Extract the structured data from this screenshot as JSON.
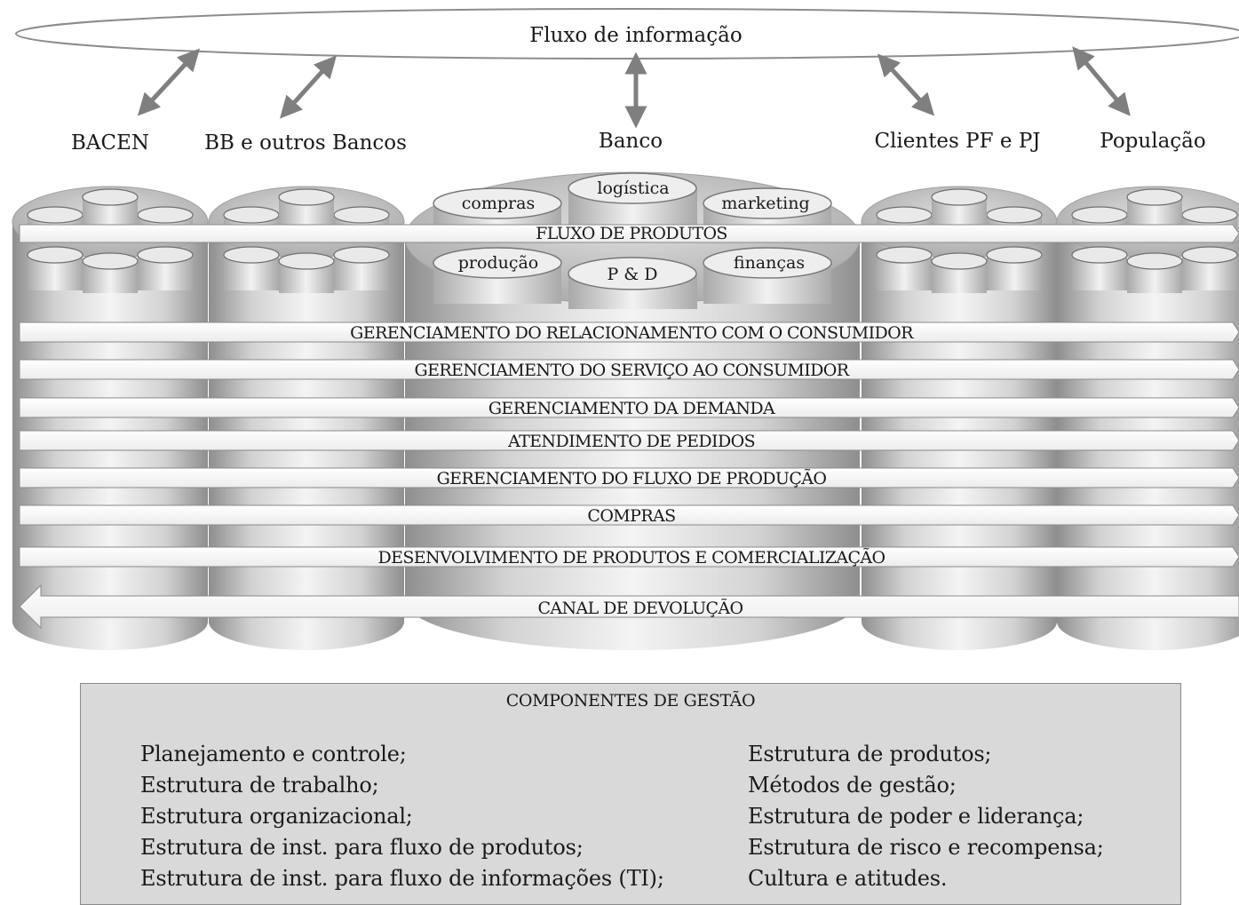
{
  "info_flow": {
    "label": "Fluxo de informação"
  },
  "entities": [
    {
      "label": "BACEN"
    },
    {
      "label": "BB e outros Bancos"
    },
    {
      "label": "Banco"
    },
    {
      "label": "Clientes PF e PJ"
    },
    {
      "label": "População"
    }
  ],
  "departments": {
    "top": [
      "compras",
      "logística",
      "marketing"
    ],
    "bottom": [
      "produção",
      "P & D",
      "finanças"
    ]
  },
  "product_flow": {
    "label": "FLUXO DE PRODUTOS"
  },
  "processes": [
    "GERENCIAMENTO DO RELACIONAMENTO COM O CONSUMIDOR",
    "GERENCIAMENTO DO SERVIÇO AO CONSUMIDOR",
    "GERENCIAMENTO DA DEMANDA",
    "ATENDIMENTO DE PEDIDOS",
    "GERENCIAMENTO DO FLUXO DE PRODUÇÃO",
    "COMPRAS",
    "DESENVOLVIMENTO DE PRODUTOS E COMERCIALIZAÇÃO"
  ],
  "return_channel": {
    "label": "CANAL DE DEVOLUÇÃO"
  },
  "management": {
    "title": "COMPONENTES DE GESTÃO",
    "left": [
      "Planejamento e controle;",
      "Estrutura de trabalho;",
      "Estrutura organizacional;",
      "Estrutura de inst. para fluxo de produtos;",
      "Estrutura de inst. para fluxo de informações (TI);"
    ],
    "right": [
      "Estrutura de produtos;",
      "Métodos de gestão;",
      "Estrutura de poder e liderança;",
      "Estrutura de risco e recompensa;",
      "Cultura e atitudes."
    ]
  },
  "colors": {
    "cylinder_light": "#f2f2f2",
    "cylinder_mid": "#d0d0d0",
    "cylinder_dark": "#9a9a9a",
    "arrow_gray": "#7f7f7f",
    "legend_bg": "#d9d9d9"
  }
}
